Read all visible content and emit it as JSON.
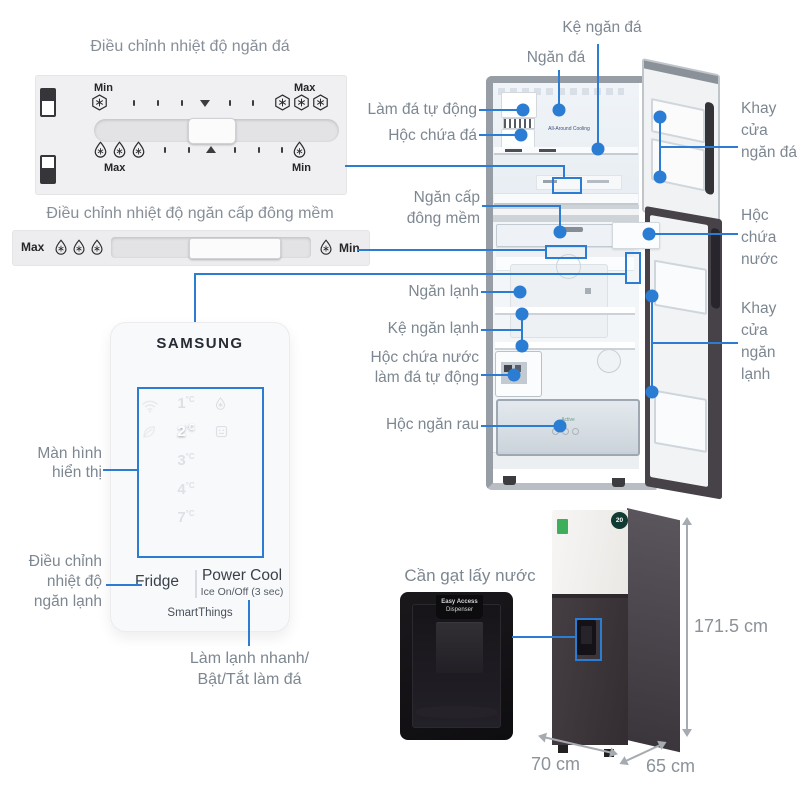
{
  "accent": "#2b7cd3",
  "panel_freezer": {
    "title": "Điều chỉnh nhiệt độ ngăn đá",
    "top_min": "Min",
    "top_max": "Max",
    "bottom_max": "Max",
    "bottom_min": "Min"
  },
  "panel_soft": {
    "title": "Điều chỉnh nhiệt độ ngăn cấp đông mềm",
    "max": "Max",
    "min": "Min"
  },
  "samsung_panel": {
    "brand": "SAMSUNG",
    "temps": [
      "1",
      "2",
      "3",
      "4",
      "7"
    ],
    "temp_unit": "°C",
    "fridge": "Fridge",
    "power_cool": "Power Cool",
    "ice_onoff": "Ice On/Off (3 sec)",
    "smartthings": "SmartThings"
  },
  "callouts": {
    "lam_da_tu_dong": "Làm đá tự động",
    "hoc_chua_da": "Hộc chứa đá",
    "ke_ngan_da": "Kệ ngăn đá",
    "ngan_da": "Ngăn đá",
    "khay_cua_ngan_da": "Khay cửa ngăn đá",
    "ngan_cap_dong_mem": "Ngăn cấp đông mềm",
    "hoc_chua_nuoc": "Hộc chứa nước",
    "ngan_lanh": "Ngăn lạnh",
    "ke_ngan_lanh": "Kệ ngăn lạnh",
    "hoc_chua_nuoc_lam_da": "Hộc chứa nước làm đá tự động",
    "hoc_ngan_rau": "Hộc ngăn rau",
    "khay_cua_ngan_lanh": "Khay cửa ngăn lạnh",
    "man_hinh_hien_thi": "Màn hình hiển thị",
    "dieu_chinh_ngan_lanh": "Điều chỉnh nhiệt độ ngăn lạnh",
    "lam_lanh_nhanh_1": "Làm lạnh nhanh/",
    "lam_lanh_nhanh_2": "Bật/Tắt làm đá",
    "can_gat_lay_nuoc": "Cần gạt lấy nước"
  },
  "fridge_art": {
    "cooling_text": "All-Around Cooling",
    "drawer_text": "Active"
  },
  "dispenser": {
    "line1": "Easy Access",
    "line2": "Dispenser"
  },
  "closed_fridge": {
    "badge": "20"
  },
  "dimensions": {
    "height": "171.5 cm",
    "width": "70 cm",
    "depth": "65 cm"
  },
  "icons": {
    "freezer_temp": "hexagon-snowflake",
    "soft_freeze": "droplet-snowflake",
    "display_row_icons": [
      "wifi",
      "leaf",
      "droplet",
      "ice-maker"
    ]
  }
}
